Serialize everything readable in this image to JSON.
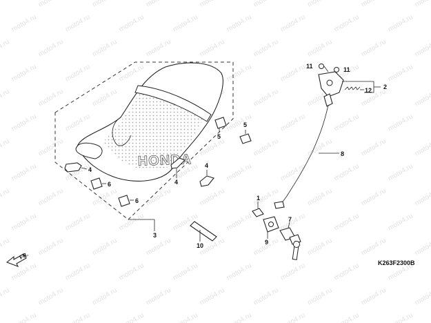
{
  "watermark": "moto4.ru",
  "diagram_code": "K263F2300B",
  "direction_label": "FR.",
  "callouts": {
    "c1": "1",
    "c2": "2",
    "c3": "3",
    "c4a": "4",
    "c4b": "4",
    "c4c": "4",
    "c5a": "5",
    "c5b": "5",
    "c6a": "6",
    "c6b": "6",
    "c7": "7",
    "c8": "8",
    "c9": "9",
    "c10": "10",
    "c11a": "11",
    "c11b": "11",
    "c12": "12"
  },
  "seat_brand": "HONDA"
}
